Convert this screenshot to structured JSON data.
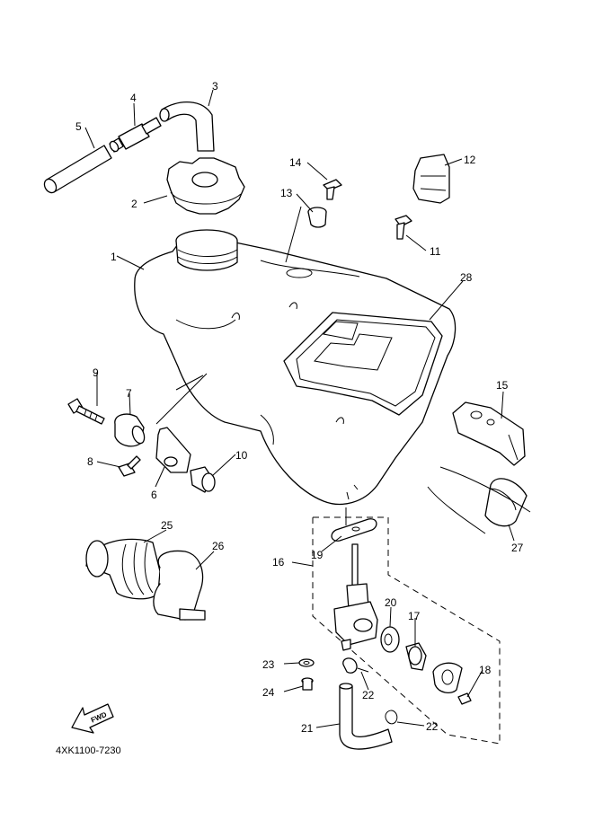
{
  "callouts": {
    "c1": "1",
    "c2": "2",
    "c3": "3",
    "c4": "4",
    "c5": "5",
    "c6": "6",
    "c7": "7",
    "c8": "8",
    "c9": "9",
    "c10": "10",
    "c11": "11",
    "c12": "12",
    "c13": "13",
    "c14": "14",
    "c15": "15",
    "c16": "16",
    "c17": "17",
    "c18": "18",
    "c19": "19",
    "c20": "20",
    "c21": "21",
    "c22a": "22",
    "c22b": "22",
    "c23": "23",
    "c24": "24",
    "c25": "25",
    "c26": "26",
    "c27": "27",
    "c28": "28"
  },
  "fwd_badge": "FWD",
  "diagram_code": "4XK1100-7230"
}
